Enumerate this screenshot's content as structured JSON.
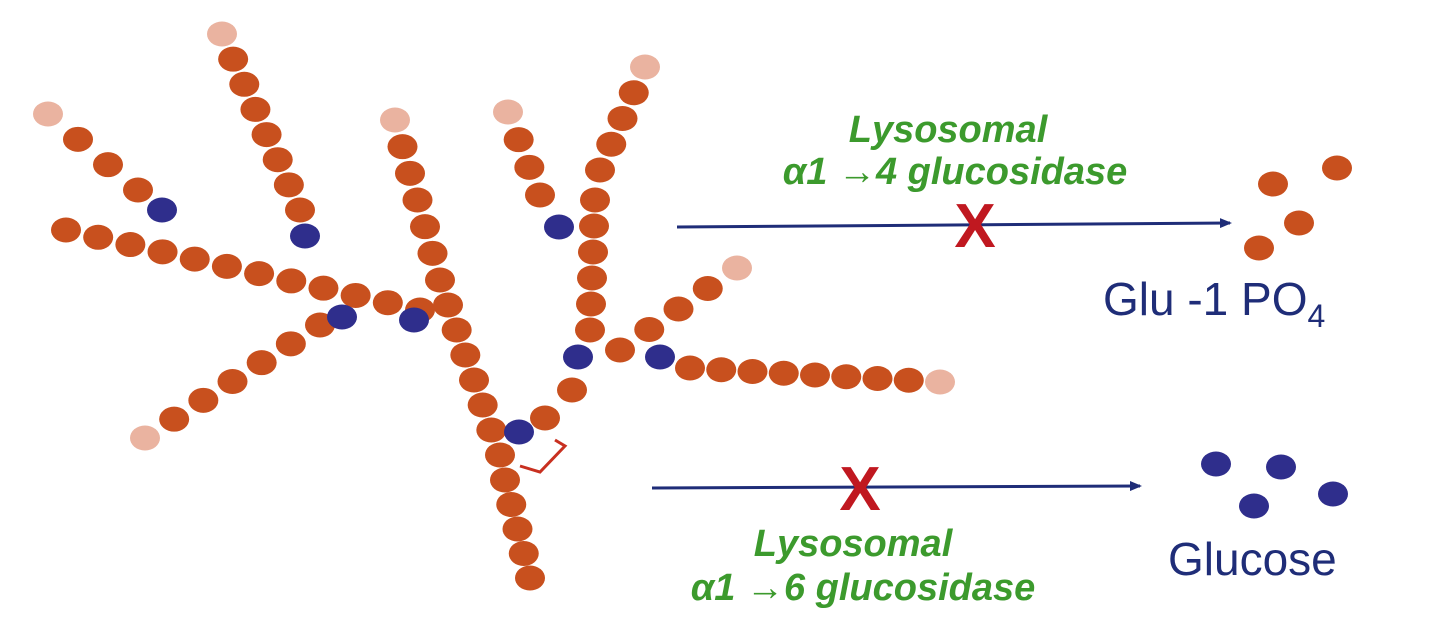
{
  "enzyme_top": {
    "line1": "Lysosomal",
    "line2": "α1 →4 glucosidase",
    "blocked_mark": "X"
  },
  "enzyme_bottom": {
    "line1": "Lysosomal",
    "line2": "α1 →6 glucosidase",
    "blocked_mark": "X"
  },
  "product_top": {
    "label_main": "Glu -1 PO",
    "label_sub": "4"
  },
  "product_bottom": {
    "label": "Glucose"
  },
  "colors": {
    "alpha_1_4_glucose": "#c8501e",
    "alpha_1_6_branch_point": "#2f2e8c",
    "non_reducing_end": "#eab3a0",
    "enzyme_text": "#3c9a2d",
    "product_text": "#1f2d78",
    "block_x": "#c01820",
    "arrow": "#1f2d78"
  }
}
